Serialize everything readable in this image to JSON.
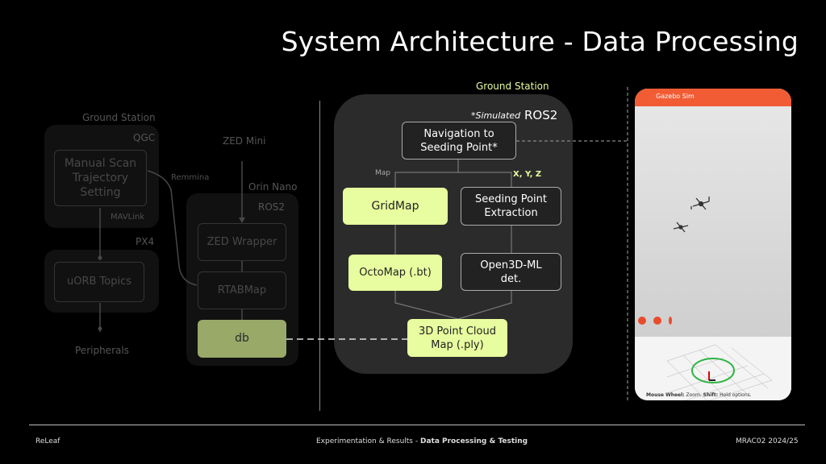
{
  "title": "System Architecture - Data Processing",
  "left": {
    "ground_station_label": "Ground Station",
    "qgc_label": "QGC",
    "manual_scan": "Manual Scan Trajectory Setting",
    "mavlink": "MAVLink",
    "px4_label": "PX4",
    "uorb": "uORB Topics",
    "peripherals": "Peripherals",
    "remmina": "Remmina",
    "zed_mini": "ZED Mini",
    "orin_nano": "Orin Nano",
    "ros2": "ROS2",
    "zed_wrapper": "ZED Wrapper",
    "rtabmap": "RTABMap",
    "db": "db"
  },
  "ground_station": {
    "label": "Ground Station",
    "simulated": "*Simulated",
    "ros2": "ROS2",
    "navigation": "Navigation to Seeding Point*",
    "map_label": "Map",
    "xyz_label": "X, Y, Z",
    "gridmap": "GridMap",
    "seeding_extraction": "Seeding Point Extraction",
    "octomap": "OctoMap (.bt)",
    "open3d": "Open3D-ML det.",
    "point_cloud": "3D Point Cloud Map (.ply)"
  },
  "phone": {
    "header": "Gazebo Sim",
    "hint_bold1": "Mouse Wheel:",
    "hint_text1": "Zoom.",
    "hint_bold2": "Shift:",
    "hint_text2": "Hold options."
  },
  "footer": {
    "left": "ReLeaf",
    "center_prefix": "Experimentation & Results - ",
    "center_bold": "Data Processing & Testing",
    "right": "MRAC02 2024/25"
  },
  "colors": {
    "accent_green": "#e8fd9f",
    "db_green": "#c6dc86",
    "phone_header": "#f25c34"
  }
}
